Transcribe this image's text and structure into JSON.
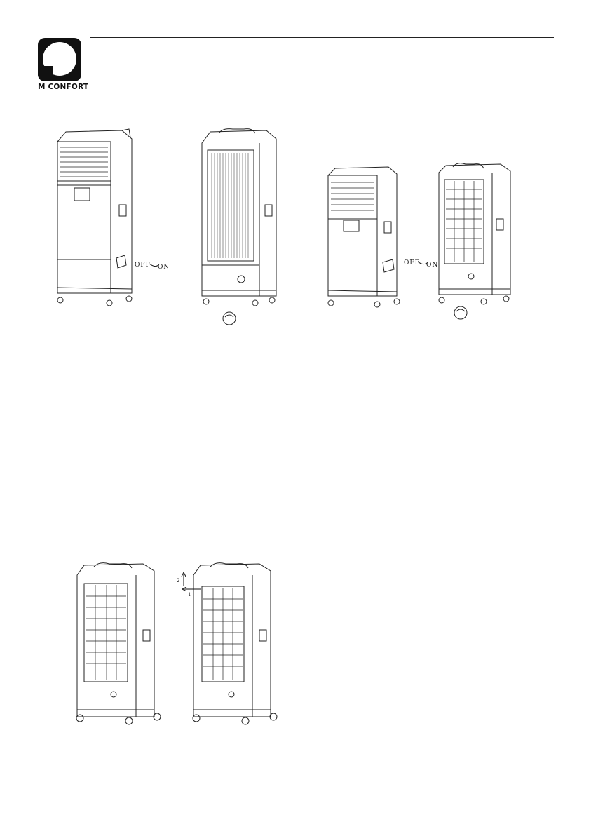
{
  "brand": {
    "name": "M CONFORT"
  },
  "figures": {
    "switch_left": {
      "off": "OFF",
      "on": "ON"
    },
    "switch_right": {
      "off": "OFF",
      "on": "ON"
    },
    "filter_steps": {
      "step1": "1",
      "step2": "2"
    }
  }
}
